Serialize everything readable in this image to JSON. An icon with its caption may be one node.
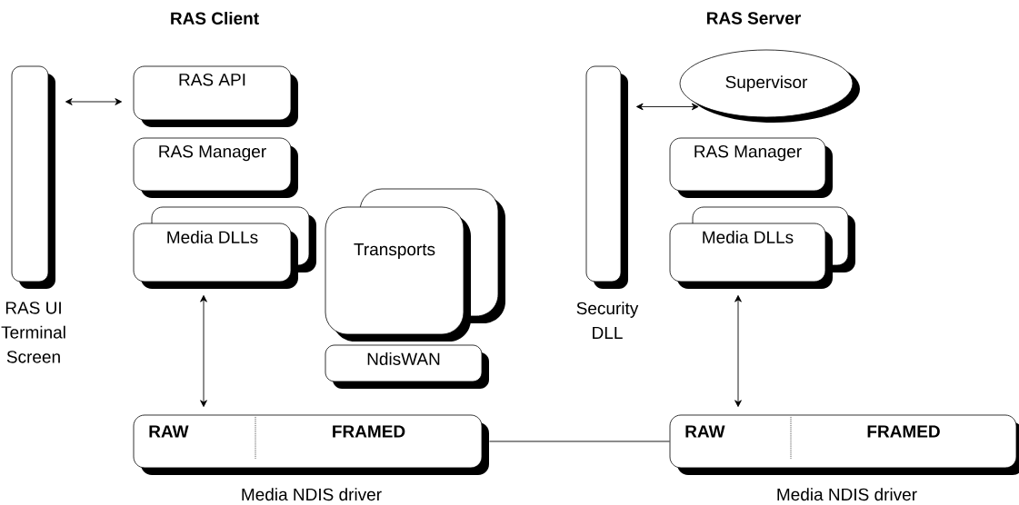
{
  "diagram": {
    "nodes": [
      {
        "text": [],
        "shape": "bar",
        "beside": [
          "RAS UI Terminal Screen"
        ]
      },
      {
        "text": [
          "RAS API"
        ]
      },
      {
        "text": [
          "RAS Manager"
        ]
      },
      {
        "text": [
          "Media DLLs"
        ]
      },
      {
        "text": [
          "Transports"
        ]
      },
      {
        "text": [
          "NdisWAN"
        ]
      },
      {
        "text": [
          "RAW",
          "FRAMED"
        ],
        "beside": [
          "Media NDIS driver"
        ]
      },
      {
        "text": [],
        "shape": "bar",
        "beside": [
          "Security DLL"
        ]
      },
      {
        "text": [
          "Supervisor"
        ]
      },
      {
        "text": [
          "RAS Manager"
        ]
      },
      {
        "text": [
          "Media DLLs"
        ]
      },
      {
        "text": [
          "RAW",
          "FRAMED"
        ],
        "beside": [
          "Media NDIS driver"
        ]
      }
    ],
    "edges": [
      {
        "from": 0,
        "to": 1,
        "arrow": "both"
      },
      {
        "from": 3,
        "to": 6,
        "arrow": "both"
      },
      {
        "from": 7,
        "to": 8,
        "arrow": "both"
      },
      {
        "from": 10,
        "to": 11,
        "arrow": "both"
      },
      {
        "from": 6,
        "to": 11,
        "arrow": "none"
      }
    ],
    "labels": [
      "RAS Client",
      "RAS Server"
    ]
  }
}
